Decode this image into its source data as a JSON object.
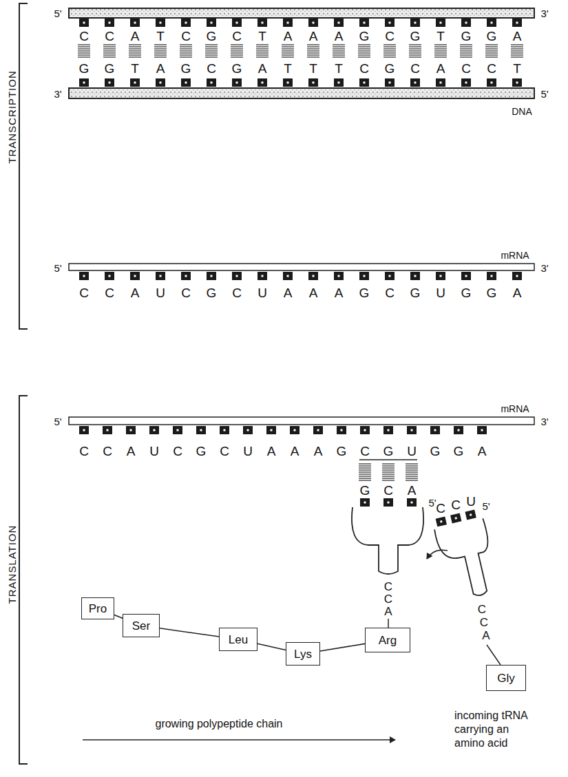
{
  "diagram": {
    "nodes": [
      {
        "text": [
          "Pro"
        ]
      },
      {
        "text": [
          "Ser"
        ]
      },
      {
        "text": [
          "Leu"
        ]
      },
      {
        "text": [
          "Lys"
        ]
      },
      {
        "text": [
          "Arg"
        ]
      },
      {
        "text": [
          "Gly"
        ]
      }
    ],
    "edges": [
      {
        "from": 0,
        "to": 1,
        "arrow": "none"
      },
      {
        "from": 1,
        "to": 2,
        "arrow": "none"
      },
      {
        "from": 2,
        "to": 3,
        "arrow": "none"
      },
      {
        "from": 3,
        "to": 4,
        "arrow": "none"
      }
    ],
    "labels": [
      "TRANSCRIPTION",
      "5'",
      "3'",
      "C",
      "C",
      "A",
      "T",
      "C",
      "G",
      "C",
      "T",
      "A",
      "A",
      "A",
      "G",
      "C",
      "G",
      "T",
      "G",
      "G",
      "A",
      "G",
      "G",
      "T",
      "A",
      "G",
      "C",
      "G",
      "A",
      "T",
      "T",
      "T",
      "C",
      "G",
      "C",
      "A",
      "C",
      "C",
      "T",
      "3'",
      "5'",
      "DNA",
      "mRNA",
      "5'",
      "3'",
      "C",
      "C",
      "A",
      "U",
      "C",
      "G",
      "C",
      "U",
      "A",
      "A",
      "A",
      "G",
      "C",
      "G",
      "U",
      "G",
      "G",
      "A",
      "TRANSLATION",
      "mRNA",
      "5'",
      "3'",
      "C",
      "C",
      "A",
      "U",
      "C",
      "G",
      "C",
      "U",
      "A",
      "A",
      "A",
      "G",
      "C",
      "G",
      "U",
      "G",
      "G",
      "A",
      "G",
      "C",
      "A",
      "5'",
      "C",
      "C",
      "A",
      "C",
      "C",
      "U",
      "5'",
      "C",
      "C",
      "A",
      "growing polypeptide chain",
      "incoming tRNA carrying an amino acid"
    ]
  }
}
